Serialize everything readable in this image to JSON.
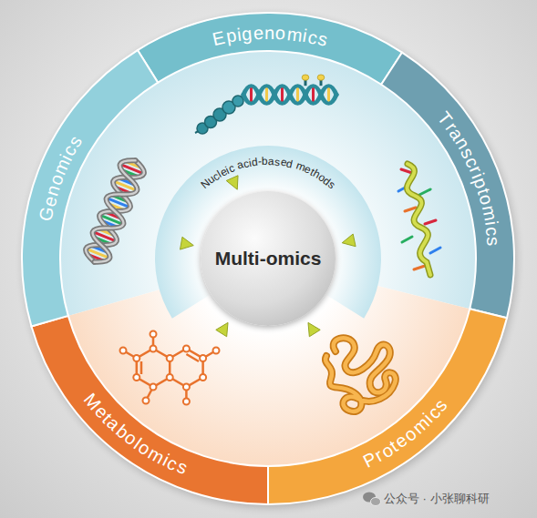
{
  "diagram": {
    "nodes": [
      {
        "text": [
          "Epigenomics"
        ]
      },
      {
        "text": [
          "Transcriptomics"
        ]
      },
      {
        "text": [
          "Proteomics"
        ]
      },
      {
        "text": [
          "Metabolomics"
        ]
      },
      {
        "text": [
          "Genomics"
        ]
      },
      {
        "text": [
          "Nucleic acid-based methods"
        ]
      },
      {
        "text": [
          "Multi-omics"
        ]
      }
    ],
    "labels": [
      "公众号 · 小张聊科研"
    ]
  }
}
